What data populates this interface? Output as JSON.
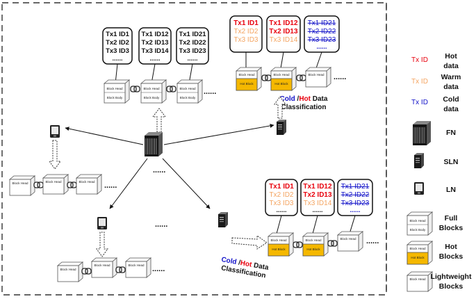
{
  "tx_columns": {
    "full": [
      [
        "Tx1 ID1",
        "Tx2 ID2",
        "Tx3 ID3",
        "......"
      ],
      [
        "Tx1 ID12",
        "Tx2 ID13",
        "Tx3 ID14",
        "......"
      ],
      [
        "Tx1 ID21",
        "Tx2 ID22",
        "Tx3 ID23",
        "......"
      ]
    ],
    "hot_classified": [
      [
        "Tx1 ID1",
        "Tx2 ID2",
        "Tx3 ID3",
        "......"
      ],
      [
        "Tx1 ID12",
        "Tx2 ID13",
        "Tx3 ID14",
        "......"
      ],
      [
        "Tx1 ID21",
        "Tx2 ID22",
        "Tx3 ID23",
        "......"
      ]
    ]
  },
  "block_labels": {
    "head": "Block Head",
    "body": "Block Body",
    "hot": "Hot Block"
  },
  "ellipsis": "......",
  "classification": {
    "upper": {
      "cold": "Cold",
      "slash": " /",
      "hot": "Hot",
      "rest": " Data",
      "line2": "Classification"
    },
    "lower": {
      "cold": "Cold",
      "slash": " /",
      "hot": "Hot",
      "rest": " Data",
      "line2": "Classification"
    }
  },
  "legend": {
    "tx_id": "Tx ID",
    "hot": [
      "Hot",
      "data"
    ],
    "warm": [
      "Warm",
      "data"
    ],
    "cold": [
      "Cold",
      "data"
    ],
    "fn": "FN",
    "sln": "SLN",
    "ln": "LN",
    "full_blocks": [
      "Full",
      "Blocks"
    ],
    "hot_blocks": [
      "Hot",
      "Blocks"
    ],
    "light_blocks": [
      "Lightweight",
      "Blocks"
    ]
  },
  "colors": {
    "hot": "#e8000d",
    "warm": "#f4a460",
    "cold": "#1010c8",
    "hot_block_fill": "#f5b800",
    "border": "#333333"
  }
}
